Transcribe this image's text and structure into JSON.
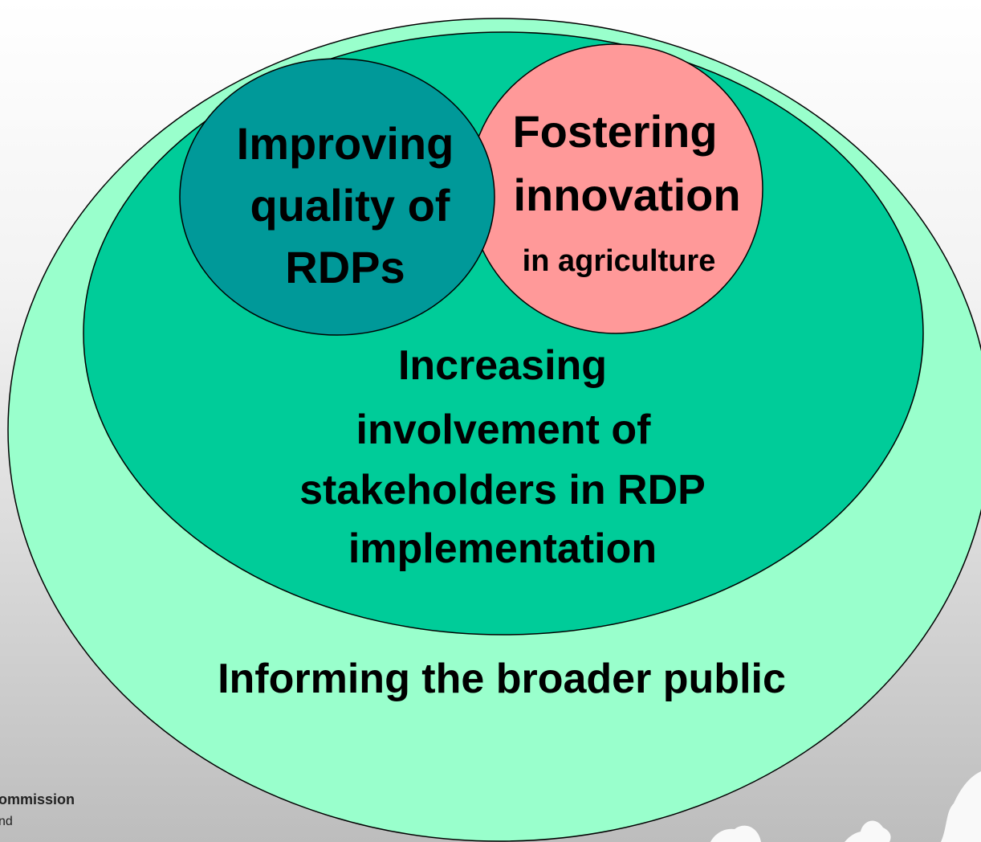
{
  "diagram": {
    "outer_ellipse": {
      "label": "Informing the broader public",
      "fill": "#99ffcc"
    },
    "middle_ellipse": {
      "lines": [
        "Increasing",
        "involvement of",
        "stakeholders in RDP",
        "implementation"
      ],
      "fill": "#00cc99"
    },
    "left_circle": {
      "lines": [
        "Improving",
        "quality of",
        "RDPs"
      ],
      "fill": "#009999"
    },
    "right_circle": {
      "lines": [
        "Fostering",
        "innovation",
        "in agriculture"
      ],
      "fill": "#ff9999"
    },
    "stroke_color": "#000000"
  },
  "footer": {
    "line1": "ommission",
    "line2": "nd"
  }
}
